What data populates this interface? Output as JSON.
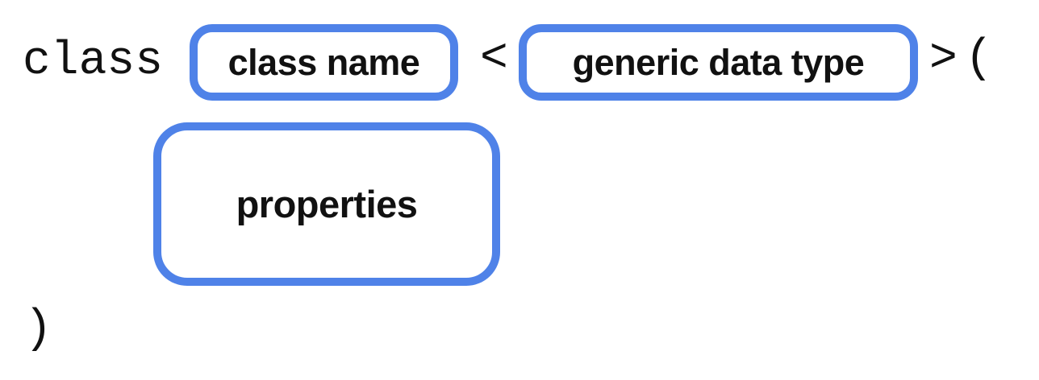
{
  "diagram": {
    "keyword": "class",
    "symbols": {
      "less_than": "<",
      "greater_than": ">",
      "open_paren": "(",
      "close_paren": ")"
    },
    "boxes": {
      "class_name": {
        "label": "class name"
      },
      "generic_data_type": {
        "label": "generic data type"
      },
      "properties": {
        "label": "properties"
      }
    },
    "colors": {
      "box_border": "#4F82E8",
      "text": "#111111",
      "background": "#FFFFFF"
    }
  }
}
